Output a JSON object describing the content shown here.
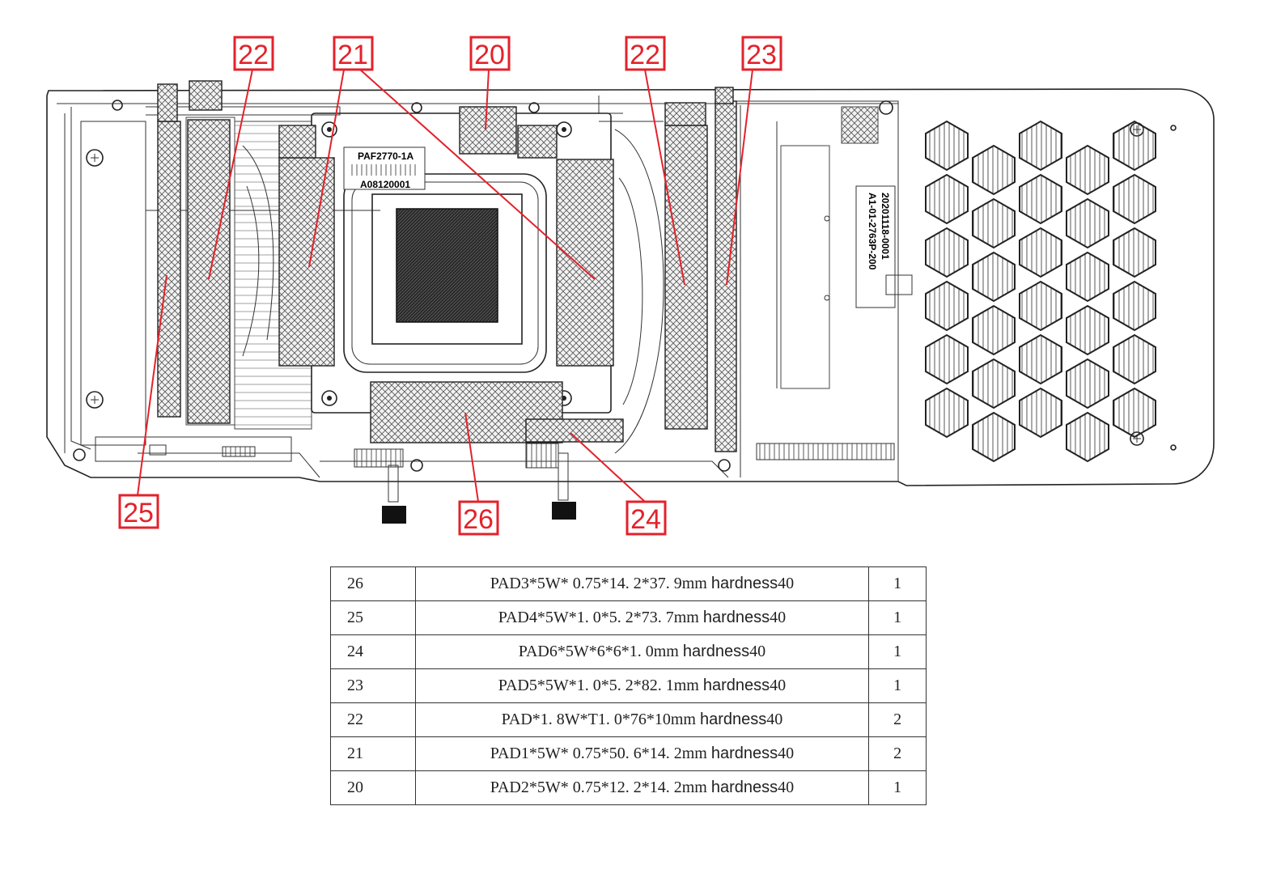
{
  "callouts": [
    "22",
    "21",
    "20",
    "22",
    "23",
    "25",
    "26",
    "24"
  ],
  "board_labels": {
    "fan_code": "PAF2770-1A",
    "barcode_number": "A08120001",
    "pcb_code": "A1-01-2763P-200",
    "pcb_date": "20201118-0001"
  },
  "bom": [
    {
      "item": "26",
      "part": "PAD3*5W* 0.75*14. 2*37. 9mm",
      "hardness_label": "hardness",
      "hardness_value": "40",
      "qty": "1"
    },
    {
      "item": "25",
      "part": "PAD4*5W*1. 0*5. 2*73. 7mm",
      "hardness_label": "hardness",
      "hardness_value": "40",
      "qty": "1"
    },
    {
      "item": "24",
      "part": "PAD6*5W*6*6*1. 0mm",
      "hardness_label": "hardness",
      "hardness_value": "40",
      "qty": "1"
    },
    {
      "item": "23",
      "part": "PAD5*5W*1. 0*5. 2*82. 1mm",
      "hardness_label": "hardness",
      "hardness_value": "40",
      "qty": "1"
    },
    {
      "item": "22",
      "part": "PAD*1. 8W*T1. 0*76*10mm",
      "hardness_label": "hardness",
      "hardness_value": "40",
      "qty": "2"
    },
    {
      "item": "21",
      "part": "PAD1*5W* 0.75*50. 6*14. 2mm",
      "hardness_label": "hardness",
      "hardness_value": "40",
      "qty": "2"
    },
    {
      "item": "20",
      "part": "PAD2*5W* 0.75*12. 2*14. 2mm",
      "hardness_label": "hardness",
      "hardness_value": "40",
      "qty": "1"
    }
  ],
  "colors": {
    "callout": "#e3222b",
    "line": "#222222"
  }
}
